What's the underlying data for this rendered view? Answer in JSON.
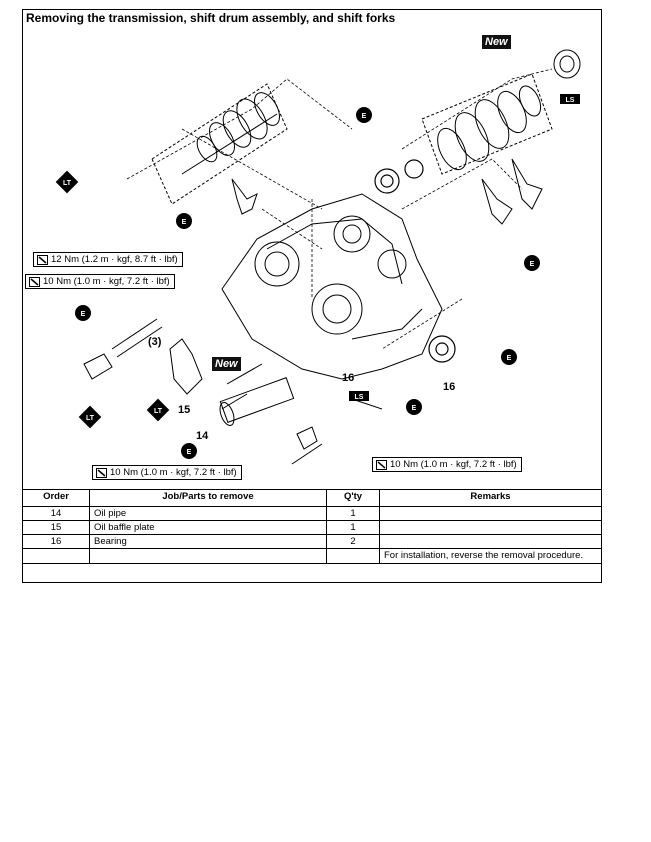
{
  "title": "Removing the transmission, shift drum assembly, and shift forks",
  "diagram": {
    "torque_labels": [
      "12 Nm (1.2 m · kgf, 8.7 ft · lbf)",
      "10 Nm (1.0 m · kgf, 7.2 ft · lbf)",
      "10 Nm (1.0 m · kgf, 7.2 ft · lbf)",
      "10 Nm (1.0 m · kgf, 7.2 ft · lbf)"
    ],
    "callouts": [
      "(3)",
      "15",
      "14",
      "16",
      "16"
    ],
    "new_tags": [
      "New",
      "New"
    ],
    "badge_letters": {
      "engine_oil": "E",
      "locktite": "LT",
      "lithium_grease": "LS"
    }
  },
  "table": {
    "headers": [
      "Order",
      "Job/Parts to remove",
      "Q'ty",
      "Remarks"
    ],
    "rows": [
      {
        "order": "14",
        "job": "Oil pipe",
        "qty": "1",
        "remarks": ""
      },
      {
        "order": "15",
        "job": "Oil baffle plate",
        "qty": "1",
        "remarks": ""
      },
      {
        "order": "16",
        "job": "Bearing",
        "qty": "2",
        "remarks": ""
      },
      {
        "order": "",
        "job": "",
        "qty": "",
        "remarks": "For installation, reverse the removal procedure."
      }
    ]
  }
}
